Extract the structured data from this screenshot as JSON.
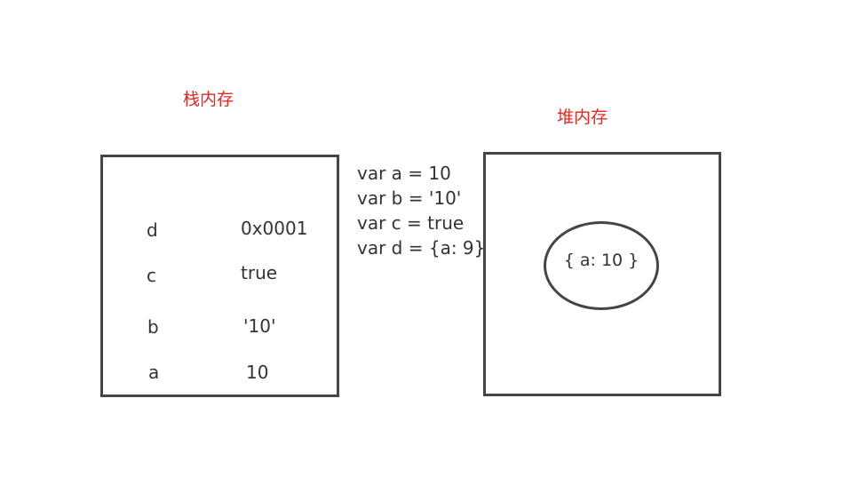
{
  "stack": {
    "title": "栈内存",
    "rows": [
      {
        "name": "d",
        "value": "0x0001"
      },
      {
        "name": "c",
        "value": "true"
      },
      {
        "name": "b",
        "value": "'10'"
      },
      {
        "name": "a",
        "value": "10"
      }
    ]
  },
  "code": {
    "lines": [
      "var a = 10",
      "var b = '10'",
      "var c = true",
      "var d = {a: 9}"
    ]
  },
  "heap": {
    "title": "堆内存",
    "object": "{ a: 10 }"
  },
  "colors": {
    "title": "#e32a22",
    "border": "#454545",
    "text": "#333333"
  }
}
